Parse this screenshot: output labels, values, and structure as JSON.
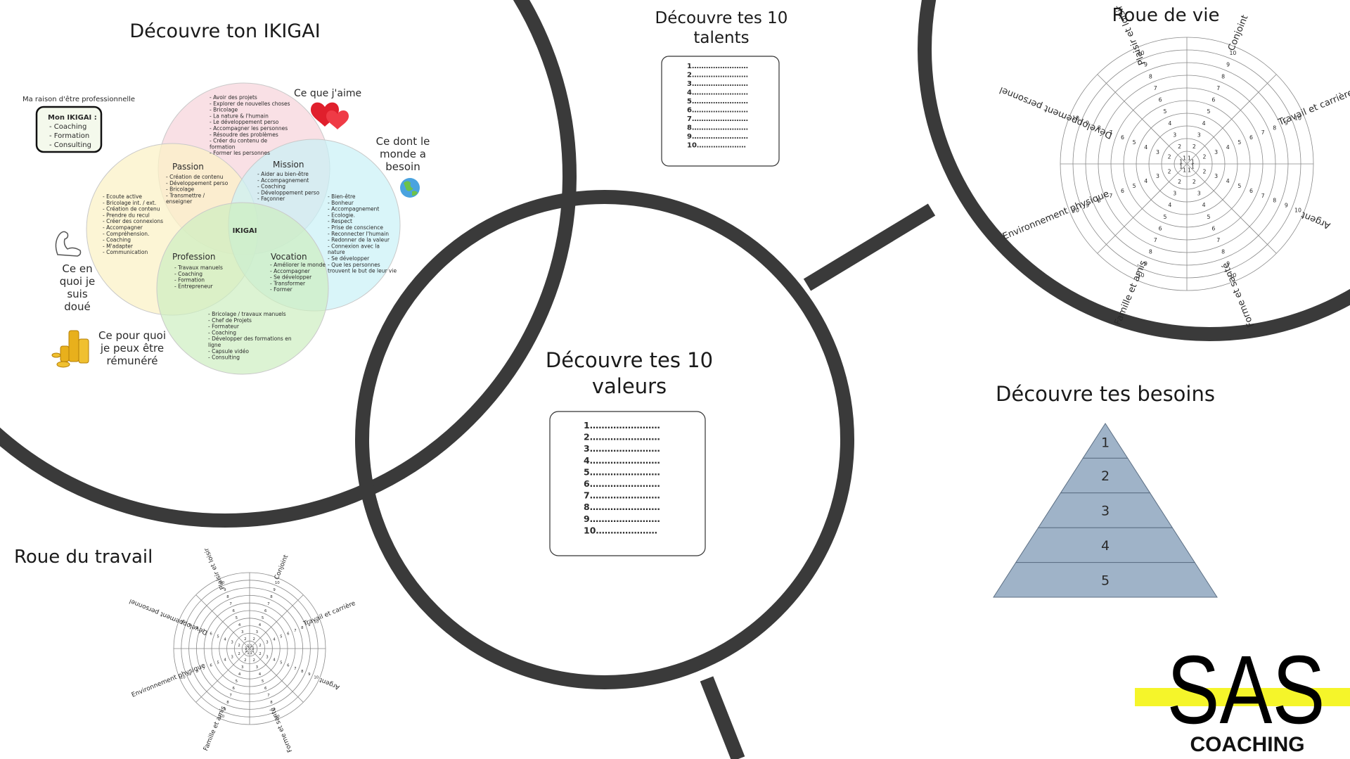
{
  "ikigai": {
    "title": "Découvre ton IKIGAI",
    "reason_label": "Ma raison d'être professionnelle",
    "box_title": "Mon IKIGAI :",
    "box_items": [
      "- Coaching",
      "- Formation",
      "- Consulting"
    ],
    "love_label": "Ce que j'aime",
    "need_label": [
      "Ce dont le",
      "monde a",
      "besoin"
    ],
    "good_label": [
      "Ce en",
      "quoi je",
      "suis",
      "doué"
    ],
    "paid_label": [
      "Ce pour quoi",
      "je peux être",
      "rémunéré"
    ],
    "center_label": "IKIGAI",
    "passion_label": "Passion",
    "mission_label": "Mission",
    "profession_label": "Profession",
    "vocation_label": "Vocation",
    "top_items": [
      "- Avoir des projets",
      "- Explorer de nouvelles choses",
      "- Bricolage",
      "- La nature & l'humain",
      "- Le développement perso",
      "- Accompagner les personnes",
      "- Résoudre des problèmes",
      "- Créer du contenu de",
      "formation",
      "- Former les personnes"
    ],
    "passion_items": [
      "- Création de contenu",
      "- Développement perso",
      "- Bricolage",
      "- Transmettre /",
      "enseigner"
    ],
    "mission_items": [
      "- Aider au bien-être",
      "- Accompagnement",
      "- Coaching",
      "- Développement perso",
      "- Façonner"
    ],
    "left_items": [
      "- Ecoute active",
      "- Bricolage int. / ext.",
      "- Création de contenu",
      "- Prendre du recul",
      "- Créer des connexions",
      "- Accompagner",
      "- Compréhension.",
      "- Coaching",
      "- M'adapter",
      "- Communication"
    ],
    "right_items": [
      "- Bien-être",
      "- Bonheur",
      "- Accompagnement",
      "- Ecologie.",
      "- Respect",
      "- Prise de conscience",
      "- Reconnecter l'humain",
      "- Redonner de la valeur",
      "- Connexion avec la",
      "nature",
      "- Se développer",
      "- Que les personnes",
      "trouvent le but de leur vie"
    ],
    "profession_items": [
      "- Travaux manuels",
      "- Coaching",
      "- Formation",
      "- Entrepreneur"
    ],
    "vocation_items": [
      "- Améliorer le monde",
      "- Accompagner",
      "- Se développer",
      "- Transformer",
      "- Former"
    ],
    "bottom_items": [
      "- Bricolage / travaux manuels",
      "- Chef de Projets",
      "- Formateur",
      "- Coaching",
      "- Développer des formations en",
      "ligne",
      "- Capsule vidéo",
      "- Consulting"
    ],
    "colors": {
      "love": "#f7d6dc",
      "need": "#c9f1f6",
      "good": "#fbf1c7",
      "paid": "#cdeec0"
    }
  },
  "talents": {
    "title": [
      "Découvre tes 10",
      "talents"
    ],
    "lines": [
      "1……………………",
      "2……………………",
      "3……………………",
      "4……………………",
      "5……………………",
      "6……………………",
      "7……………………",
      "8……………………",
      "9……………………",
      "10…………………"
    ]
  },
  "valeurs": {
    "title": [
      "Découvre tes 10",
      "valeurs"
    ],
    "lines": [
      "1……………………",
      "2……………………",
      "3……………………",
      "4……………………",
      "5……………………",
      "6……………………",
      "7……………………",
      "8……………………",
      "9……………………",
      "10…………………"
    ]
  },
  "roue_vie": {
    "title": "Roue de vie",
    "labels": [
      "Conjoint",
      "Travail et carrière",
      "Argent",
      "Forme et santé",
      "Famille et amis",
      "Environnement physique",
      "Développement personnel",
      "Plaisir et loisir"
    ]
  },
  "roue_travail": {
    "title": "Roue du travail",
    "labels": [
      "Conjoint",
      "Travail et carrière",
      "Argent",
      "Forme et santé",
      "Famille et amis",
      "Environnement physique",
      "Développement personnel",
      "Plaisir et loisir"
    ]
  },
  "besoins": {
    "title": "Découvre tes besoins",
    "levels": [
      "1",
      "2",
      "3",
      "4",
      "5"
    ],
    "color": "#9fb3c8"
  },
  "brand": {
    "sas": "SAS",
    "coaching": "COACHING",
    "accent": "#f5f52a"
  },
  "border_color": "#3a3a3a"
}
